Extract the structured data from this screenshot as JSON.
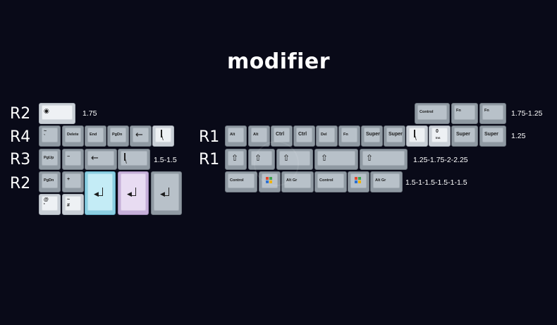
{
  "title": "modifier",
  "left_labels": [
    "R2",
    "R4",
    "R3",
    "R2"
  ],
  "right_labels": [
    "R1",
    "R1"
  ],
  "sizes": {
    "left_r2": "1.75",
    "left_r3": "1.5-1.5",
    "right_top": "1.75-1.25",
    "right_r1a": "1.25",
    "right_r1b": "1.25-1.75-2-2.25",
    "right_bottom": "1.5-1-1.5-1.5-1-1.5"
  },
  "keys": {
    "pgup": "PgUp",
    "pgdn": "PgDn",
    "delete": "Delete",
    "end": "End",
    "minus": "−",
    "plus": "+",
    "tilde_top": "~",
    "tilde_bottom": "`",
    "at_top": "@",
    "at_bottom": "'",
    "hash_top": "~",
    "hash_bottom": "#",
    "alt": "Alt",
    "ctrl": "Ctrl",
    "del": "Del",
    "fn": "Fn",
    "super": "Super",
    "control": "Control",
    "altgr": "Alt Gr",
    "zero_top": "0",
    "zero_bottom": "Ins"
  },
  "icons": [
    "lock-icon",
    "backspace-arrow-icon",
    "enter-icon",
    "shift-arrow-icon",
    "windows-logo-icon",
    "pipe-backslash-icon"
  ],
  "colors": {
    "background": "#090a18",
    "key_grey": "#b8c1c9",
    "key_light": "#eef1f4",
    "key_blue": "#c4ecf6",
    "key_purple": "#e8dcf2"
  }
}
